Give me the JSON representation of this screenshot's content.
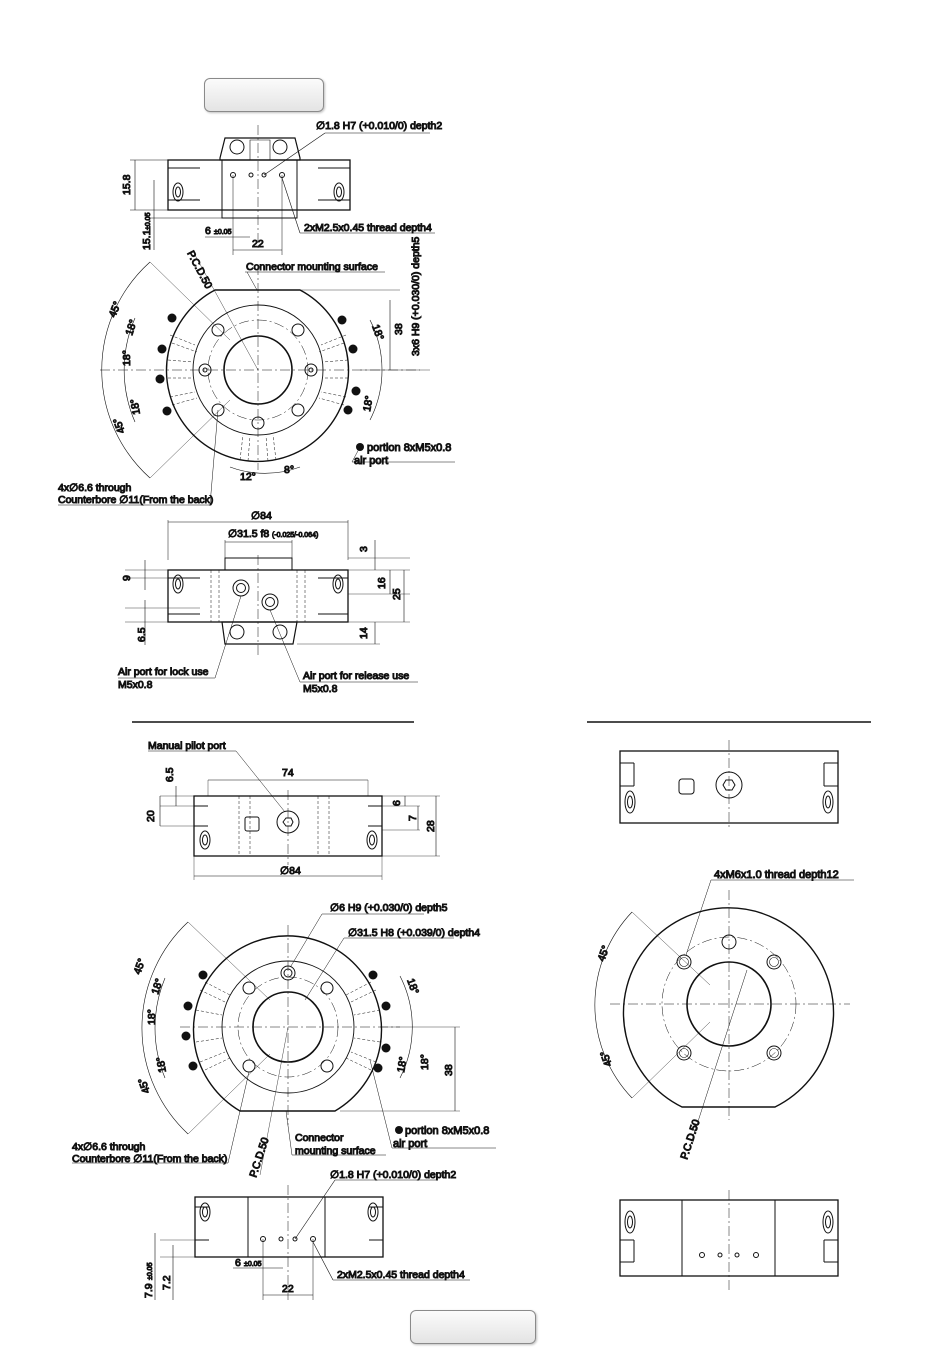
{
  "header_tab_label": "",
  "footer_tab_label": "",
  "callouts": {
    "pin_hole_top": "∅1.8 H7 (+0.010/0) depth2",
    "thread_top": "2xM2.5x0.45 thread depth4",
    "connector_surface_top": "Connector mounting surface",
    "pin_h9_top": "3x6 H9 (+0.030/0) depth5",
    "air_port_top": "portion 8xM5x0.8",
    "air_port_top_2": "air port",
    "through_top_1": "4x∅6.6 through",
    "through_top_2": "Counterbore ∅11(From the back)",
    "lock_port_1": "Air port for lock use",
    "lock_port_2": "M5x0.8",
    "release_port_1": "Air port for release use",
    "release_port_2": "M5x0.8",
    "manual_pilot": "Manual pilot port",
    "pin_h9_bottom": "∅6 H9 (+0.030/0) depth5",
    "bore_h8": "∅31.5 H8 (+0.039/0) depth4",
    "air_port_bottom": "portion 8xM5x0.8",
    "air_port_bottom_2": "air port",
    "through_bottom_1": "4x∅6.6 through",
    "through_bottom_2": "Counterbore ∅11(From the back)",
    "connector_bottom_1": "Connector",
    "connector_bottom_2": "mounting surface",
    "pin_hole_bottom": "∅1.8 H7 (+0.010/0) depth2",
    "thread_bottom": "2xM2.5x0.45 thread depth4",
    "m6_thread": "4xM6x1.0 thread depth12"
  },
  "dimensions": {
    "top_15_8": "15.8",
    "top_15_1": "15.1",
    "top_15_1_tol": "±0.05",
    "top_6": "6",
    "top_6_tol": "±0.05",
    "top_22": "22",
    "pcd_top": "P.C.D.50",
    "deg_45_a": "45°",
    "deg_45_b": "45°",
    "deg_18_a": "18°",
    "deg_18_b": "18°",
    "deg_18_c": "18°",
    "deg_18_d": "18°",
    "deg_18_e": "18°",
    "deg_12": "12°",
    "deg_8": "8°",
    "dim_38_top": "38",
    "dia_84": "∅84",
    "dia_31_5_f8": "∅31.5 f8",
    "f8_tol": "(-0.025/-0.064)",
    "dim_3": "3",
    "dim_9": "9",
    "dim_16": "16",
    "dim_25": "25",
    "dim_6_5": "6.5",
    "dim_14": "14",
    "dim_74": "74",
    "dim_6_5b": "6.5",
    "dim_20": "20",
    "dim_6": "6",
    "dim_7": "7",
    "dim_28": "28",
    "dia_84_b": "∅84",
    "deg_45_c": "45°",
    "deg_45_d": "45°",
    "deg_18_f": "18°",
    "deg_18_g": "18°",
    "deg_18_h": "18°",
    "deg_18_i": "18°",
    "deg_18_j": "18°",
    "dim_38_bottom": "38",
    "pcd_bottom": "P.C.D.50",
    "dim_7_9": "7.9",
    "dim_7_9_tol": "±0.05",
    "dim_7_2": "7.2",
    "dim_6_b": "6",
    "dim_6_b_tol": "±0.05",
    "dim_22_b": "22",
    "deg_45_e": "45°",
    "deg_45_f": "45°",
    "pcd_right": "P.C.D.50"
  },
  "colors": {
    "line": "#111111",
    "tab_border": "#8a8a8a"
  }
}
